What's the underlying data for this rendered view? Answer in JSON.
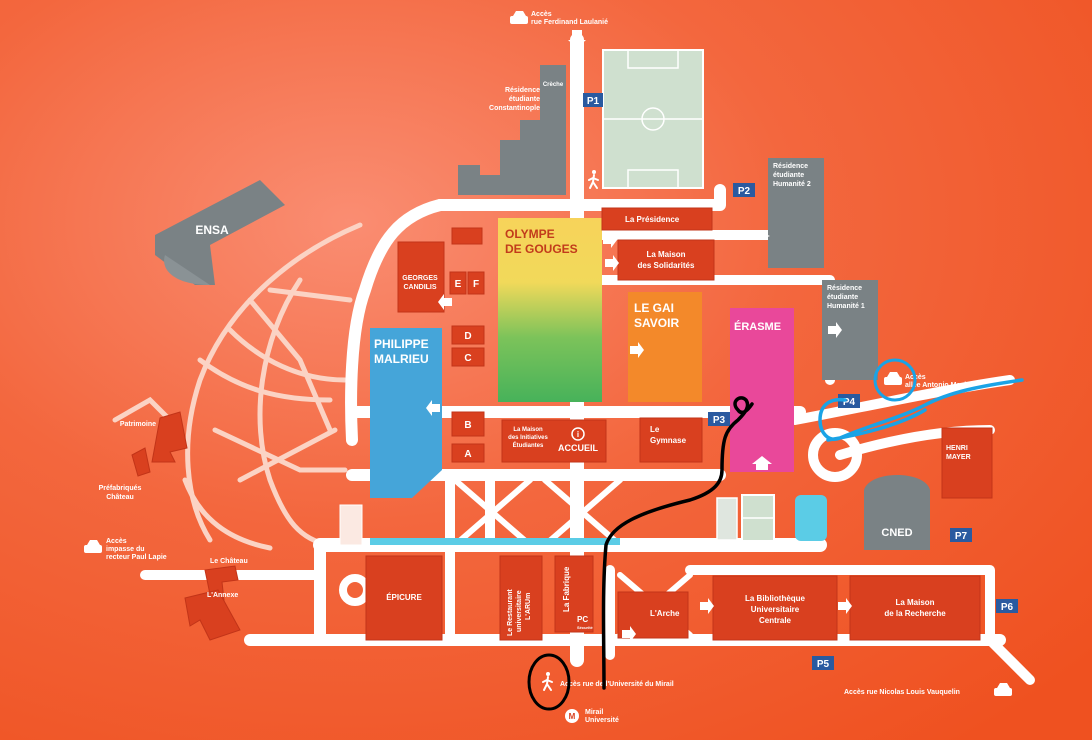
{
  "map": {
    "buildings": {
      "ensa": "ENSA",
      "creche": "Crèche",
      "residence_constantinople": [
        "Résidence",
        "étudiante",
        "Constantinople"
      ],
      "residence_humanite2": [
        "Résidence",
        "étudiante",
        "Humanité 2"
      ],
      "residence_humanite1": [
        "Résidence",
        "étudiante",
        "Humanité 1"
      ],
      "la_presidence": "La Présidence",
      "maison_solidarites": [
        "La Maison",
        "des Solidarités"
      ],
      "olympe": [
        "OLYMPE",
        "DE GOUGES"
      ],
      "georges_candilis": [
        "GEORGES",
        "CANDILIS"
      ],
      "block_e": "E",
      "block_f": "F",
      "block_d": "D",
      "block_c": "C",
      "block_b": "B",
      "block_a": "A",
      "philippe_malrieu": [
        "PHILIPPE",
        "MALRIEU"
      ],
      "gai_savoir": [
        "LE GAI",
        "SAVOIR"
      ],
      "erasme": "ÉRASME",
      "maison_initiatives": [
        "La Maison",
        "des Initiatives",
        "Étudiantes"
      ],
      "accueil": "ACCUEIL",
      "gymnase": [
        "Le",
        "Gymnase"
      ],
      "henri_mayer": [
        "HENRI",
        "MAYER"
      ],
      "cned": "CNED",
      "patrimoine": "Patrimoine",
      "prefabriques": [
        "Préfabriqués",
        "Château"
      ],
      "le_chateau": "Le Château",
      "lannexe": "L'Annexe",
      "epicure": "ÉPICURE",
      "restaurant": [
        "Le Restaurant",
        "universitaire",
        "L'ARUm"
      ],
      "la_fabrique": "La Fabrique",
      "pc": "PC",
      "pc_sub": "Sécurité",
      "larche": "L'Arche",
      "bibliotheque": [
        "La Bibliothèque",
        "Universitaire",
        "Centrale"
      ],
      "maison_recherche": [
        "La Maison",
        "de la Recherche"
      ]
    },
    "parking": {
      "p1": "P1",
      "p2": "P2",
      "p3": "P3",
      "p4": "P4",
      "p5": "P5",
      "p6": "P6",
      "p7": "P7"
    },
    "access": {
      "laulanie": [
        "Accès",
        "rue Ferdinand Laulanié"
      ],
      "machado": [
        "Accès",
        "allée Antonio Machado"
      ],
      "paul_lapie": [
        "Accès",
        "impasse du",
        "recteur Paul Lapie"
      ],
      "mirail": "Accès rue de l'Université du Mirail",
      "vauquelin": "Accès rue Nicolas Louis Vauquelin",
      "metro": [
        "Mirail",
        "Université"
      ],
      "metro_letter": "M",
      "info_letter": "i"
    },
    "colors": {
      "background": "#f05a2a",
      "building_red": "#d9401f",
      "building_grey": "#7a8285",
      "road": "#ffffff",
      "olympe_top": "#f7d35a",
      "olympe_bottom": "#4cb45a",
      "malrieu": "#45a5d9",
      "gai_savoir": "#f3892a",
      "erasme": "#e9489a",
      "field": "#cfe0cf",
      "water": "#5bcce6",
      "parking_badge": "#2a5aa0",
      "annotation_black": "#000000",
      "annotation_blue": "#1aa3e6"
    }
  }
}
